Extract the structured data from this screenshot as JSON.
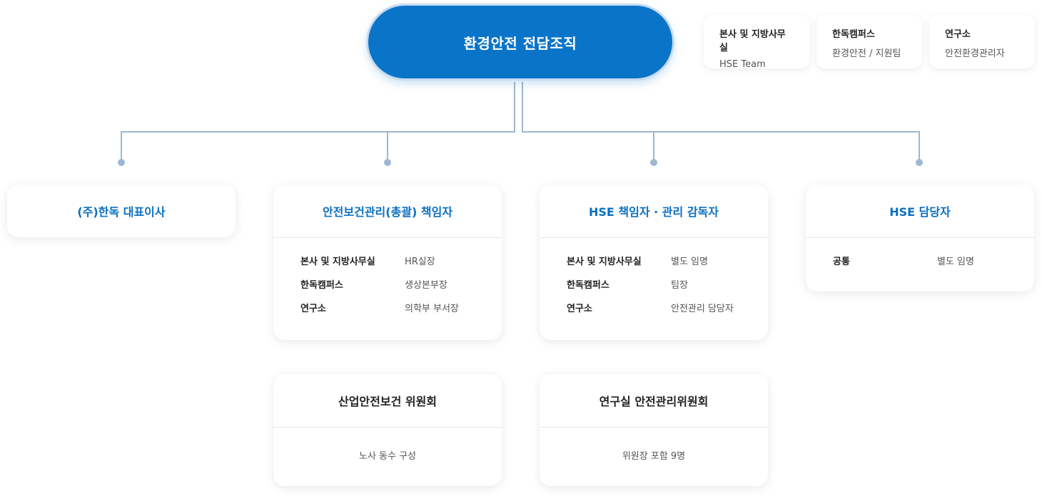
{
  "root": {
    "title": "환경안전 전담조직"
  },
  "info_cards": [
    {
      "title": "본사 및 지방사무실",
      "sub": "HSE Team"
    },
    {
      "title": "한독캠퍼스",
      "sub": "환경안전 / 지원팀"
    },
    {
      "title": "연구소",
      "sub": "안전환경관리자"
    }
  ],
  "ceo": {
    "title": "(주)한독 대표이사"
  },
  "safety_manager": {
    "title": "안전보건관리(총괄) 책임자",
    "rows": [
      {
        "k": "본사 및 지방사무실",
        "v": "HR실장"
      },
      {
        "k": "한독캠퍼스",
        "v": "생상본부장"
      },
      {
        "k": "연구소",
        "v": "의학부 부서장"
      }
    ]
  },
  "hse_supervisor": {
    "title": "HSE 책임자 · 관리 감독자",
    "rows": [
      {
        "k": "본사 및 지방사무실",
        "v": "별도 임명"
      },
      {
        "k": "한독캠퍼스",
        "v": "팀장"
      },
      {
        "k": "연구소",
        "v": "안전관리 담당자"
      }
    ]
  },
  "hse_staff": {
    "title": "HSE 담당자",
    "rows": [
      {
        "k": "공통",
        "v": "별도 임명"
      }
    ]
  },
  "committee_industrial": {
    "title": "산업안전보건 위원회",
    "note": "노사 동수 구성"
  },
  "committee_lab": {
    "title": "연구실 안전관리위원회",
    "note": "위원장 포함 9명"
  },
  "colors": {
    "primary": "#0a74c9",
    "connector": "#9fb8d1"
  }
}
